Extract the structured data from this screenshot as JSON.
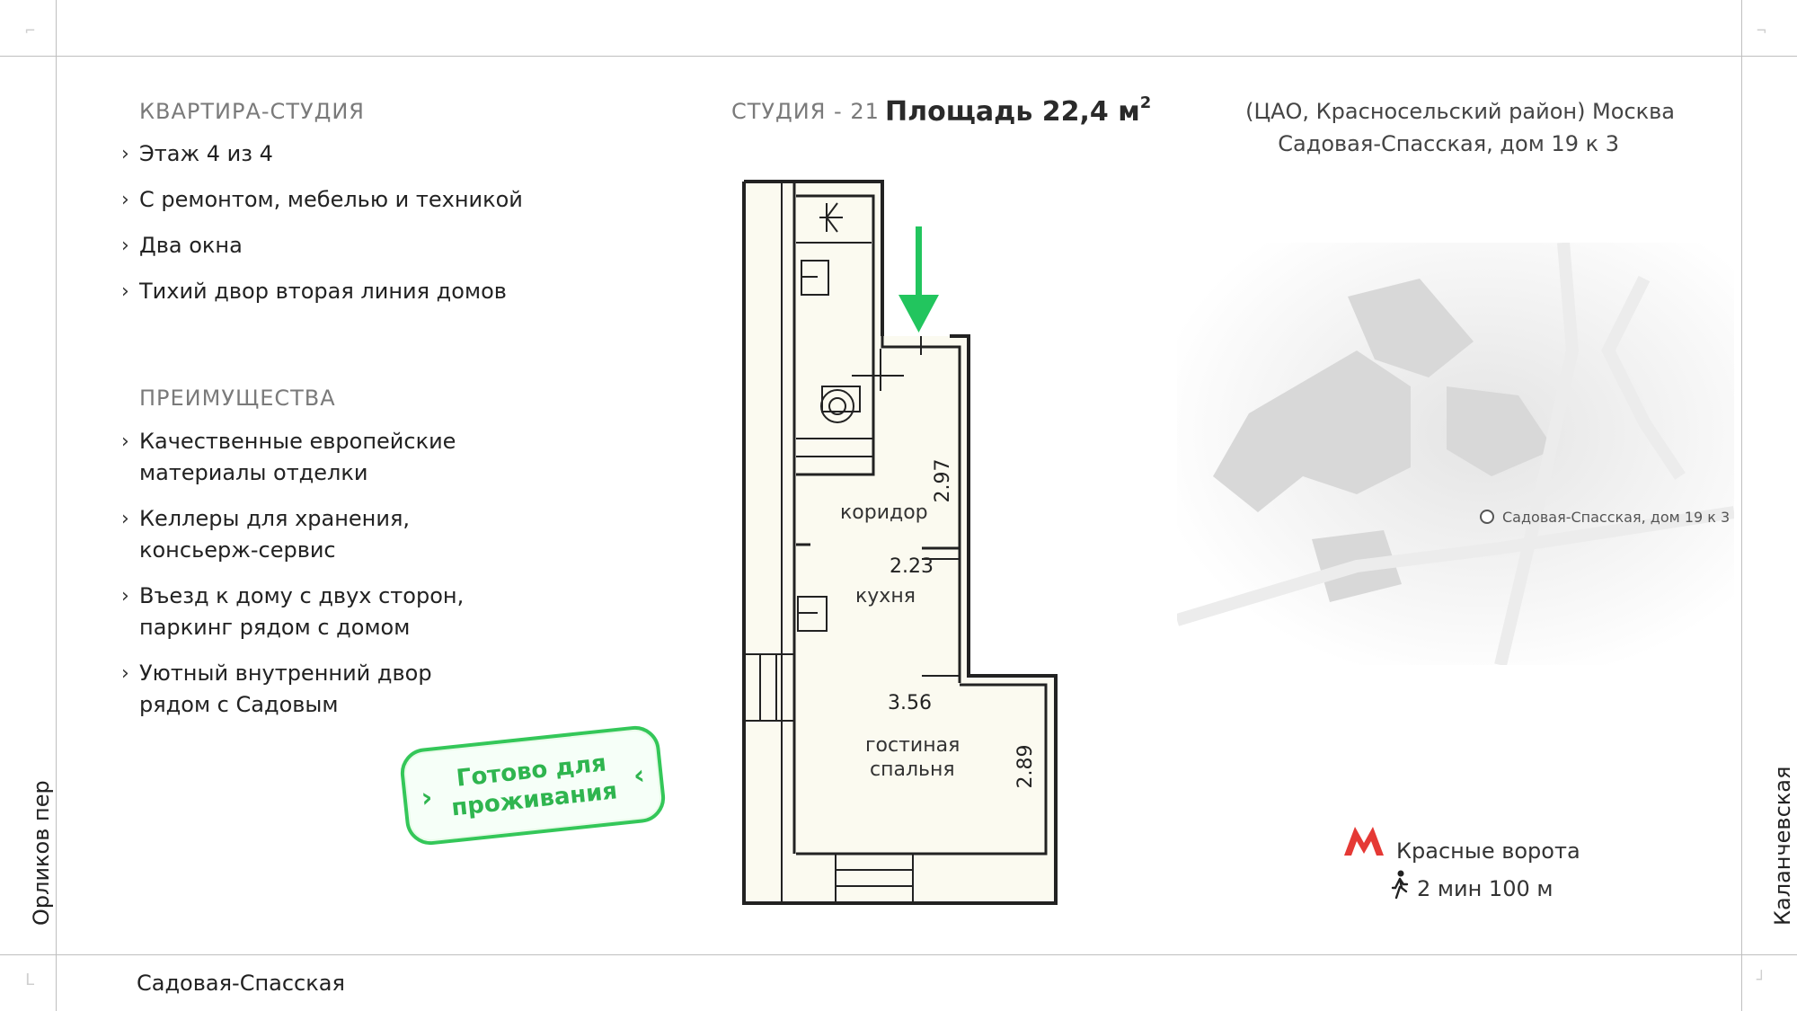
{
  "header": {
    "plan_name": "СТУДИЯ - 21",
    "area_label": "Площадь 22,4 м",
    "area_sup": "2"
  },
  "address": {
    "line1": "(ЦАО, Красносельский район) Москва",
    "line2": "Садовая-Спасская, дом 19 к 3"
  },
  "apartment": {
    "title": "КВАРТИРА-СТУДИЯ",
    "features": [
      "Этаж 4 из 4",
      "С ремонтом, мебелью и техникой",
      "Два окна",
      "Тихий двор вторая линия домов"
    ]
  },
  "advantages": {
    "title": "ПРЕИМУЩЕСТВА",
    "items": [
      {
        "line1": "Качественные европейские",
        "line2": "материалы отделки"
      },
      {
        "line1": "Келлеры для хранения,",
        "line2": "консьерж-сервис"
      },
      {
        "line1": "Въезд к дому с двух сторон,",
        "line2": "паркинг рядом с домом"
      },
      {
        "line1": "Уютный внутренний двор",
        "line2": "рядом с Садовым"
      }
    ]
  },
  "stamp": {
    "line1": "Готово для",
    "line2": "проживания",
    "color": "#34c759"
  },
  "plan": {
    "rooms": {
      "corridor": "коридор",
      "kitchen": "кухня",
      "living1": "гостиная",
      "living2": "спальня"
    },
    "dims": {
      "d1": "2.97",
      "d2": "2.23",
      "d3": "3.56",
      "d4": "2.89"
    },
    "entrance_arrow_color": "#22c55e"
  },
  "map": {
    "label": "Садовая-Спасская, дом 19 к 3"
  },
  "metro": {
    "station": "Красные ворота",
    "walk": "2 мин 100 м",
    "logo_color": "#e53935"
  },
  "streets": {
    "left": "Орликов пер",
    "right": "Каланчевская",
    "bottom": "Садовая-Спасская"
  }
}
